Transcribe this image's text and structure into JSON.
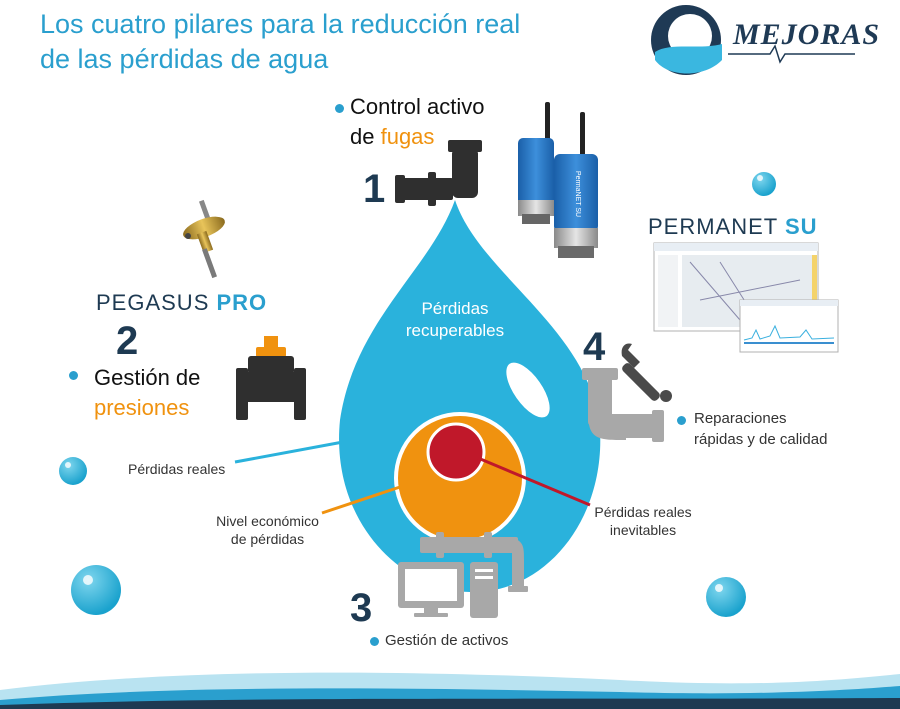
{
  "title_line1": "Los cuatro pilares para la reducción real",
  "title_line2": "de las pérdidas de agua",
  "logo": "MEJORAS",
  "pillar1": {
    "number": "1",
    "line1": "Control activo",
    "line2_pre": "de ",
    "line2_accent": "fugas"
  },
  "pillar2": {
    "number": "2",
    "line1": "Gestión de",
    "line2": "presiones"
  },
  "pillar3": {
    "number": "3",
    "label": "Gestión de activos"
  },
  "pillar4": {
    "number": "4",
    "line1": "Reparaciones",
    "line2": "rápidas y de calidad"
  },
  "brand_pegasus": {
    "main": "PEGASUS ",
    "accent": "PRO"
  },
  "brand_permanet": {
    "main": "PERMANET ",
    "accent": "SU"
  },
  "drop": {
    "line1": "Pérdidas",
    "line2": "recuperables"
  },
  "labels": {
    "real_losses": "Pérdidas reales",
    "economic_level_1": "Nivel económico",
    "economic_level_2": "de pérdidas",
    "unavoidable_1": "Pérdidas reales",
    "unavoidable_2": "inevitables"
  },
  "device_text": "PermaNET SU",
  "colors": {
    "blue": "#2a9fce",
    "dark": "#1e3a52",
    "orange": "#f0920f",
    "red": "#c0182a",
    "grey": "#a8a8a8"
  }
}
